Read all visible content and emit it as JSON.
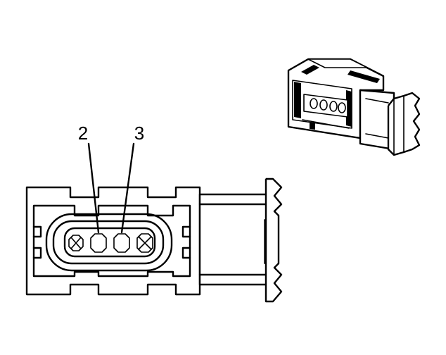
{
  "diagram": {
    "callouts": [
      {
        "label": "2"
      },
      {
        "label": "3"
      }
    ],
    "pin_cavities": 4
  }
}
